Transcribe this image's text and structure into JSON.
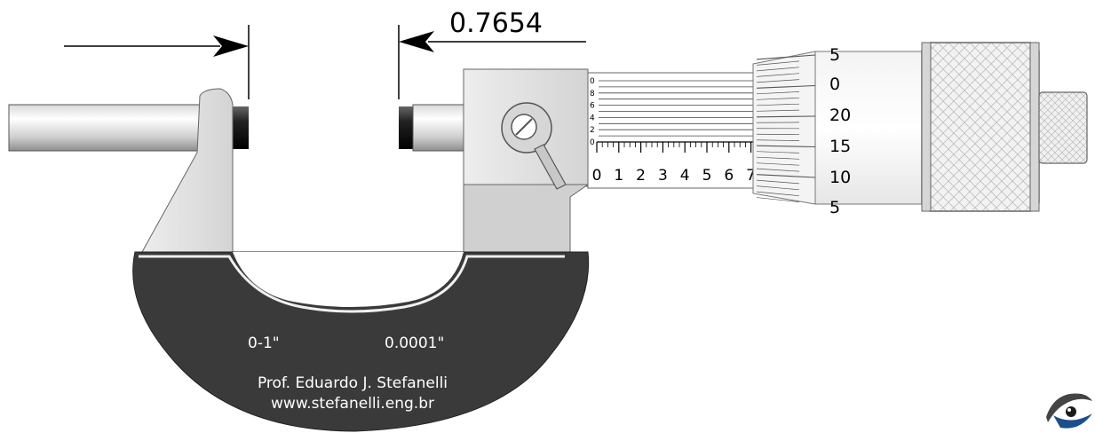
{
  "reading": "0.7654",
  "frame": {
    "range_label": "0-1\"",
    "resolution_label": "0.0001\"",
    "author": "Prof. Eduardo J. Stefanelli",
    "website": "www.stefanelli.eng.br"
  },
  "sleeve_scale": {
    "main_labels": [
      "0",
      "1",
      "2",
      "3",
      "4",
      "5",
      "6",
      "7"
    ],
    "vernier_labels": [
      "0",
      "2",
      "4",
      "6",
      "8",
      "0"
    ]
  },
  "thimble_scale": {
    "labels": [
      "5",
      "0",
      "20",
      "15",
      "10",
      "5"
    ]
  },
  "colors": {
    "frame": "#3a3a3a",
    "metal_light": "#e8e8e8",
    "metal_mid": "#c8c8c8",
    "anvil_face": "#1e1e1e",
    "ink": "#000000"
  },
  "logo": "eye-logo-icon"
}
